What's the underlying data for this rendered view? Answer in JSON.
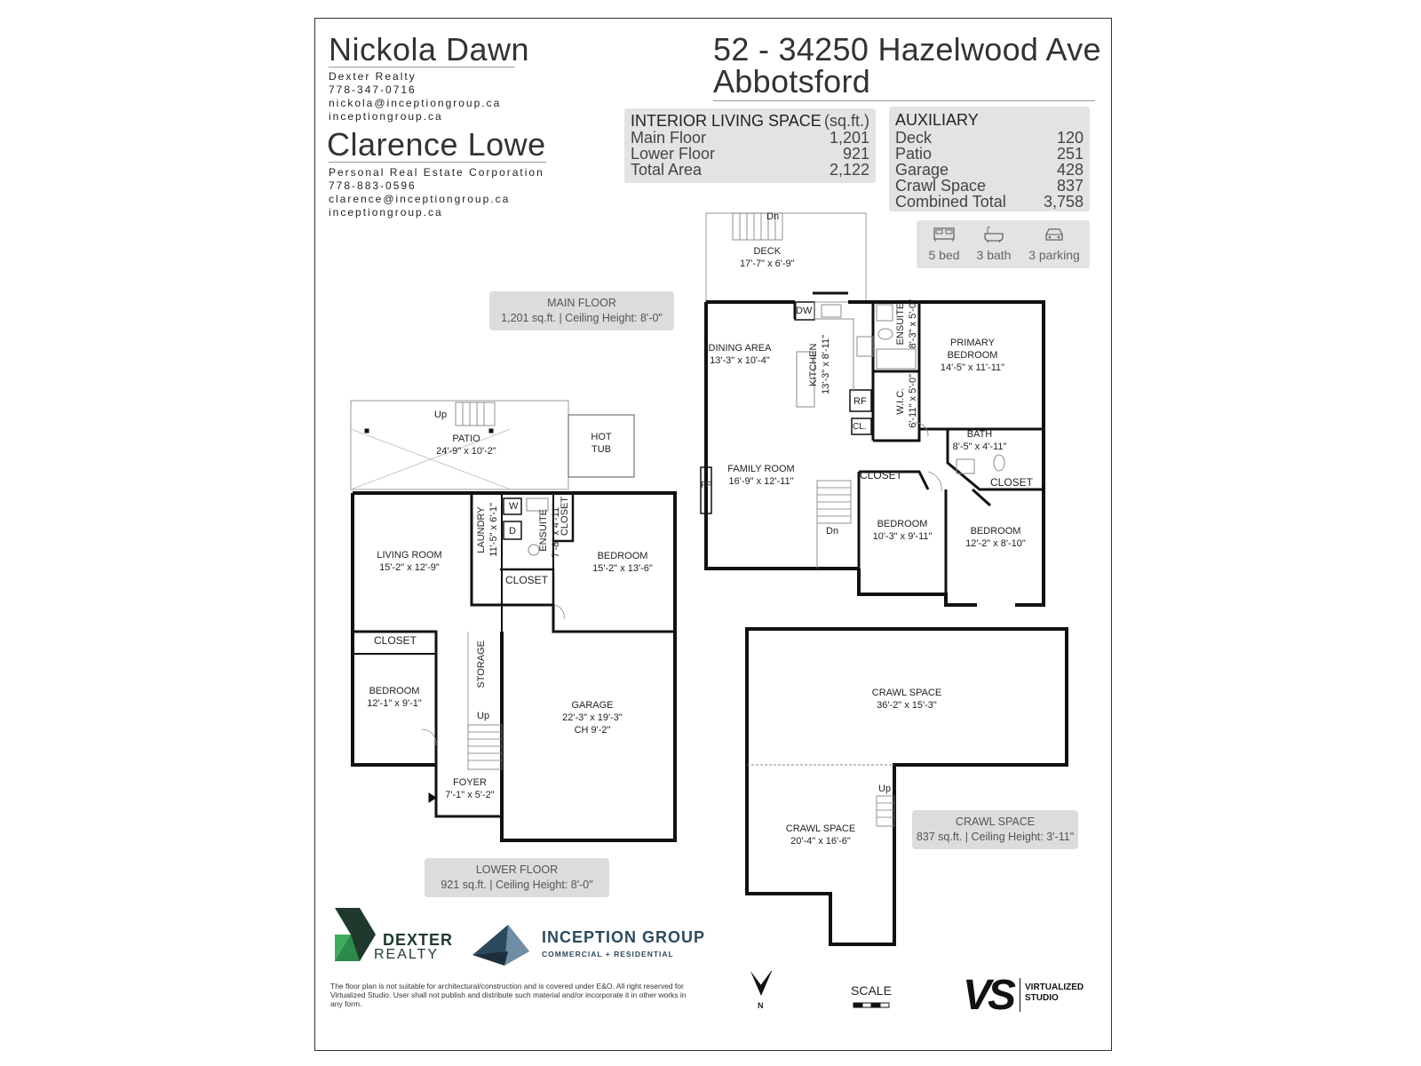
{
  "agents": [
    {
      "name": "Nickola Dawn",
      "lines": [
        "Dexter Realty",
        "778-347-0716",
        "nickola@inceptiongroup.ca",
        "inceptiongroup.ca"
      ]
    },
    {
      "name": "Clarence Lowe",
      "lines": [
        "Personal Real Estate Corporation",
        "778-883-0596",
        "clarence@inceptiongroup.ca",
        "inceptiongroup.ca"
      ]
    }
  ],
  "address": {
    "line1": "52 - 34250 Hazelwood Ave",
    "line2": "Abbotsford"
  },
  "interior": {
    "title": "INTERIOR LIVING SPACE",
    "unit": "(sq.ft.)",
    "rows": [
      {
        "label": "Main Floor",
        "value": "1,201"
      },
      {
        "label": "Lower Floor",
        "value": "921"
      },
      {
        "label": "Total Area",
        "value": "2,122"
      }
    ]
  },
  "auxiliary": {
    "title": "AUXILIARY",
    "rows": [
      {
        "label": "Deck",
        "value": "120"
      },
      {
        "label": "Patio",
        "value": "251"
      },
      {
        "label": "Garage",
        "value": "428"
      },
      {
        "label": "Crawl Space",
        "value": "837"
      },
      {
        "label": "Combined Total",
        "value": "3,758"
      }
    ]
  },
  "features": [
    {
      "icon": "bed-icon",
      "label": "5 bed"
    },
    {
      "icon": "bathtub-icon",
      "label": "3 bath"
    },
    {
      "icon": "car-icon",
      "label": "3 parking"
    }
  ],
  "floor_labels": {
    "main": {
      "title": "MAIN FLOOR",
      "detail": "1,201 sq.ft. | Ceiling Height: 8'-0\""
    },
    "lower": {
      "title": "LOWER FLOOR",
      "detail": "921 sq.ft. | Ceiling Height: 8'-0\""
    },
    "crawl": {
      "title": "CRAWL SPACE",
      "detail": "837 sq.ft. | Ceiling Height: 3'-11\""
    }
  },
  "rooms": {
    "deck": {
      "name": "DECK",
      "dim": "17'-7\" x 6'-9\""
    },
    "deck_dn": "Dn",
    "dining": {
      "name": "DINING AREA",
      "dim": "13'-3\" x 10'-4\""
    },
    "kitchen": {
      "name": "KITCHEN",
      "dim": "13'-3\" x 8'-11\""
    },
    "dw": "DW",
    "rf": "RF",
    "cl": "CL.",
    "ensuite_main": {
      "name": "ENSUITE",
      "dim": "8'-3\" x 5'-0\""
    },
    "wic": {
      "name": "W.I.C.",
      "dim": "6'-11\" x 5'-0\""
    },
    "primary": {
      "name": "PRIMARY\nBEDROOM",
      "dim": "14'-5\" x 11'-11\""
    },
    "bath": {
      "name": "BATH",
      "dim": "8'-5\" x 4'-11\""
    },
    "family": {
      "name": "FAMILY ROOM",
      "dim": "16'-9\" x 12'-11\""
    },
    "fp": "FP",
    "main_dn": "Dn",
    "closet_a": "CLOSET",
    "closet_b": "CLOSET",
    "bedroom_main1": {
      "name": "BEDROOM",
      "dim": "10'-3\" x 9'-11\""
    },
    "bedroom_main2": {
      "name": "BEDROOM",
      "dim": "12'-2\" x 8'-10\""
    },
    "patio": {
      "name": "PATIO",
      "dim": "24'-9\" x 10'-2\""
    },
    "patio_up": "Up",
    "hot_tub": {
      "name": "HOT\nTUB"
    },
    "living": {
      "name": "LIVING ROOM",
      "dim": "15'-2\" x 12'-9\""
    },
    "laundry": {
      "name": "LAUNDRY",
      "dim": "11'-5\" x 6'-1\""
    },
    "w": "W",
    "d": "D",
    "ensuite_lower": {
      "name": "ENSUITE",
      "dim": "7'-8\" x 4'-11\""
    },
    "closet_lower_v": "CLOSET",
    "bedroom_lower1": {
      "name": "BEDROOM",
      "dim": "15'-2\" x 13'-6\""
    },
    "closet_lower_mid": "CLOSET",
    "closet_lower_left": "CLOSET",
    "bedroom_lower2": {
      "name": "BEDROOM",
      "dim": "12'-1\" x 9'-1\""
    },
    "storage": "STORAGE",
    "lower_up": "Up",
    "garage": {
      "name": "GARAGE",
      "dim": "22'-3\" x 19'-3\"",
      "ch": "CH 9'-2\""
    },
    "foyer": {
      "name": "FOYER",
      "dim": "7'-1\" x 5'-2\""
    },
    "crawl1": {
      "name": "CRAWL SPACE",
      "dim": "36'-2\" x 15'-3\""
    },
    "crawl2": {
      "name": "CRAWL SPACE",
      "dim": "20'-4\" x 16'-6\""
    },
    "crawl_up": "Up"
  },
  "logos": {
    "dexter": {
      "line1": "DEXTER",
      "line2": "REALTY",
      "color": "#2f8f4e"
    },
    "inception": {
      "line1": "INCEPTION GROUP",
      "line2": "COMMERCIAL + RESIDENTIAL",
      "color": "#2c4a5e"
    },
    "vs": {
      "mark": "VS",
      "line1": "VIRTUALIZED",
      "line2": "STUDIO"
    }
  },
  "north": "N",
  "scale": "SCALE",
  "disclaimer": "The floor plan is not suitable for architectural/construction and is covered under E&O. All right reserved for Virtualized Studio. User shall not publish and distribute such material and/or incorporate it in other works in any form."
}
